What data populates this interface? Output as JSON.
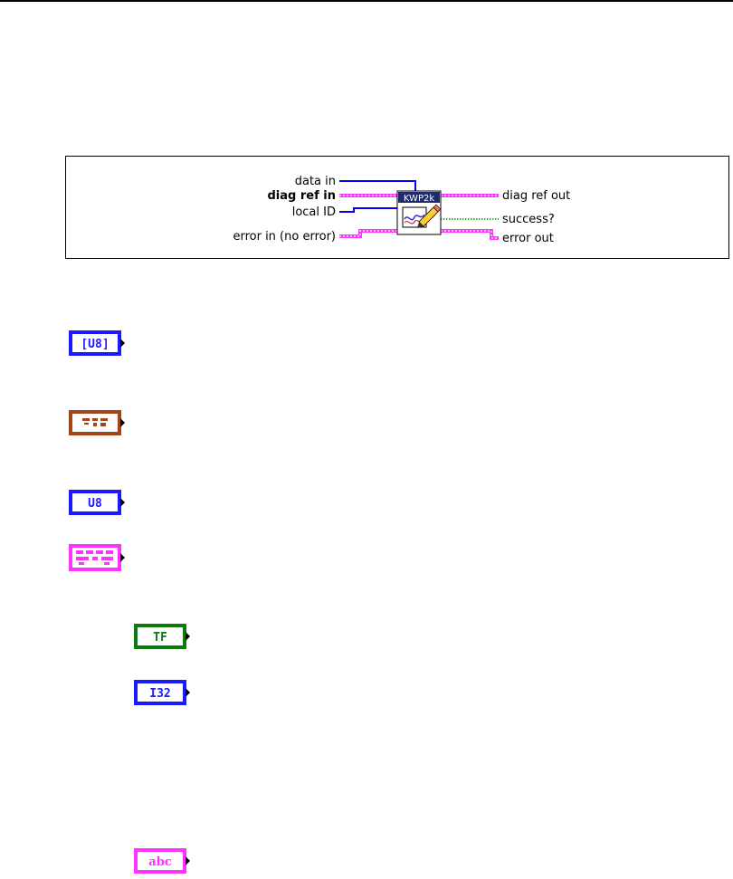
{
  "connector_pane": {
    "vi_header_label": "KWP2k",
    "inputs": {
      "data_in": "data in",
      "diag_ref_in": "diag ref in",
      "local_id": "local ID",
      "error_in": "error in (no error)"
    },
    "outputs": {
      "diag_ref_out": "diag ref out",
      "success": "success?",
      "error_out": "error out"
    }
  },
  "terminal_icons": [
    {
      "name": "data-in-terminal-icon",
      "glyph": "[U8]",
      "color": "#1a1aff"
    },
    {
      "name": "diag-ref-in-terminal-icon",
      "glyph": "≡",
      "color": "#a5431a"
    },
    {
      "name": "local-id-terminal-icon",
      "glyph": "U8",
      "color": "#1a1aff"
    },
    {
      "name": "error-in-cluster-terminal-icon",
      "glyph": "",
      "color": "#ff33ff"
    },
    {
      "name": "status-boolean-terminal-icon",
      "glyph": "TF",
      "color": "#0a7a0a"
    },
    {
      "name": "code-i32-terminal-icon",
      "glyph": "I32",
      "color": "#1a1aff"
    },
    {
      "name": "source-string-terminal-icon",
      "glyph": "abc",
      "color": "#ff33ff"
    }
  ],
  "colors": {
    "numeric_wire": "#0000ff",
    "cluster_wire": "#ff33ff",
    "boolean_wire": "#009900",
    "refnum": "#a5431a",
    "vi_header_bg": "#1f2b6b"
  }
}
